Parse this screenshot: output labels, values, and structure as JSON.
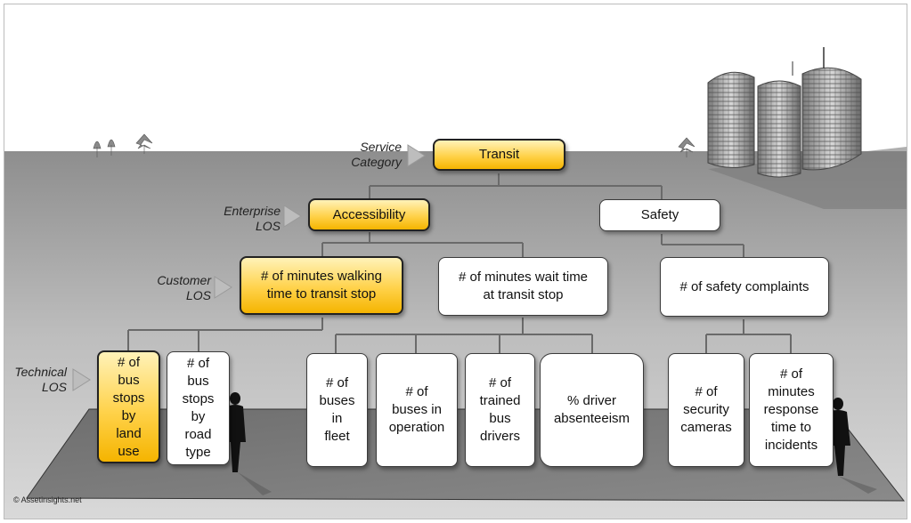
{
  "levels": {
    "service": "Service\nCategory",
    "enterprise": "Enterprise\nLOS",
    "customer": "Customer\nLOS",
    "technical": "Technical\nLOS"
  },
  "nodes": {
    "transit": "Transit",
    "accessibility": "Accessibility",
    "safety": "Safety",
    "walking": "# of minutes walking time to transit stop",
    "wait": "# of minutes wait time at transit stop",
    "complaints": "# of safety complaints",
    "stops_land_use": "# of\nbus\nstops\nby\nland\nuse",
    "stops_road_type": "# of\nbus\nstops\nby\nroad\ntype",
    "buses_fleet": "# of\nbuses\nin\nfleet",
    "buses_operation": "# of\nbuses in\noperation",
    "trained_drivers": "# of\ntrained\nbus\ndrivers",
    "absenteeism": "% driver\nabsenteeism",
    "cameras": "# of\nsecurity\ncameras",
    "response_time": "# of\nminutes\nresponse\ntime to\nincidents"
  },
  "copyright": "© Assetinsights.net",
  "colors": {
    "highlight": "#ffd24a",
    "box_border": "#3b3b3b",
    "sky": "#ffffff",
    "ground": "#a8a8a8"
  }
}
